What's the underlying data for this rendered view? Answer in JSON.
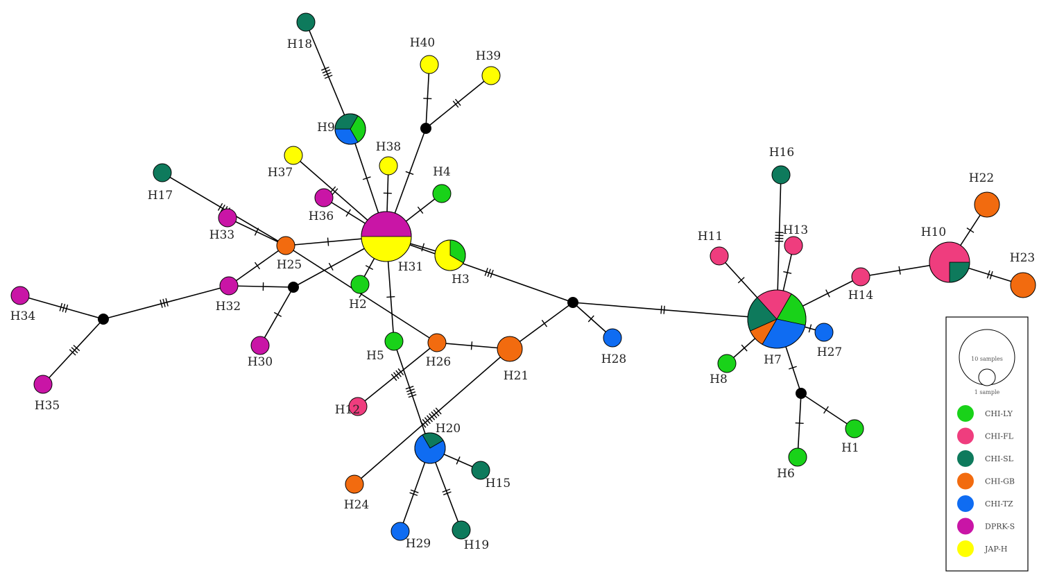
{
  "colors": {
    "CHI-LY": "#19d219",
    "CHI-FL": "#ef3d7e",
    "CHI-SL": "#0e7a5c",
    "CHI-GB": "#f26b0f",
    "CHI-TZ": "#0f6cf2",
    "DPRK-S": "#c915a6",
    "JAP-H": "#ffff00",
    "median": "#000000"
  },
  "legend": {
    "size_large": "10 samples",
    "size_small": "1 sample",
    "items": [
      {
        "label": "CHI-LY",
        "key": "CHI-LY"
      },
      {
        "label": "CHI-FL",
        "key": "CHI-FL"
      },
      {
        "label": "CHI-SL",
        "key": "CHI-SL"
      },
      {
        "label": "CHI-GB",
        "key": "CHI-GB"
      },
      {
        "label": "CHI-TZ",
        "key": "CHI-TZ"
      },
      {
        "label": "DPRK-S",
        "key": "DPRK-S"
      },
      {
        "label": "JAP-H",
        "key": "JAP-H"
      }
    ]
  },
  "haplotypes": [
    {
      "id": "H1",
      "label": "H1",
      "composition": [
        [
          "CHI-LY",
          1
        ]
      ]
    },
    {
      "id": "H2",
      "label": "H2",
      "composition": [
        [
          "CHI-LY",
          1
        ]
      ]
    },
    {
      "id": "H3",
      "label": "H3",
      "composition": [
        [
          "CHI-LY",
          1
        ],
        [
          "JAP-H",
          2
        ]
      ]
    },
    {
      "id": "H4",
      "label": "H4",
      "composition": [
        [
          "CHI-LY",
          1
        ]
      ]
    },
    {
      "id": "H5",
      "label": "H5",
      "composition": [
        [
          "CHI-LY",
          1
        ]
      ]
    },
    {
      "id": "H6",
      "label": "H6",
      "composition": [
        [
          "CHI-LY",
          1
        ]
      ]
    },
    {
      "id": "H7",
      "label": "H7",
      "composition": [
        [
          "CHI-LY",
          2
        ],
        [
          "CHI-TZ",
          3
        ],
        [
          "CHI-GB",
          1
        ],
        [
          "CHI-SL",
          2
        ],
        [
          "CHI-FL",
          2
        ]
      ]
    },
    {
      "id": "H8",
      "label": "H8",
      "composition": [
        [
          "CHI-LY",
          1
        ]
      ]
    },
    {
      "id": "H9",
      "label": "H9",
      "composition": [
        [
          "CHI-LY",
          1
        ],
        [
          "CHI-TZ",
          1
        ],
        [
          "CHI-SL",
          1
        ]
      ]
    },
    {
      "id": "H10",
      "label": "H10",
      "composition": [
        [
          "CHI-SL",
          1
        ],
        [
          "CHI-FL",
          3
        ]
      ]
    },
    {
      "id": "H11",
      "label": "H11",
      "composition": [
        [
          "CHI-FL",
          1
        ]
      ]
    },
    {
      "id": "H12",
      "label": "H12",
      "composition": [
        [
          "CHI-FL",
          1
        ]
      ]
    },
    {
      "id": "H13",
      "label": "H13",
      "composition": [
        [
          "CHI-FL",
          1
        ]
      ]
    },
    {
      "id": "H14",
      "label": "H14",
      "composition": [
        [
          "CHI-FL",
          1
        ]
      ]
    },
    {
      "id": "H15",
      "label": "H15",
      "composition": [
        [
          "CHI-SL",
          1
        ]
      ]
    },
    {
      "id": "H16",
      "label": "H16",
      "composition": [
        [
          "CHI-SL",
          1
        ]
      ]
    },
    {
      "id": "H17",
      "label": "H17",
      "composition": [
        [
          "CHI-SL",
          1
        ]
      ]
    },
    {
      "id": "H18",
      "label": "H18",
      "composition": [
        [
          "CHI-SL",
          1
        ]
      ]
    },
    {
      "id": "H19",
      "label": "H19",
      "composition": [
        [
          "CHI-SL",
          1
        ]
      ]
    },
    {
      "id": "H20",
      "label": "H20",
      "composition": [
        [
          "CHI-SL",
          1
        ],
        [
          "CHI-TZ",
          3
        ]
      ]
    },
    {
      "id": "H21",
      "label": "H21",
      "composition": [
        [
          "CHI-GB",
          1
        ]
      ]
    },
    {
      "id": "H22",
      "label": "H22",
      "composition": [
        [
          "CHI-GB",
          1
        ]
      ]
    },
    {
      "id": "H23",
      "label": "H23",
      "composition": [
        [
          "CHI-GB",
          1
        ]
      ]
    },
    {
      "id": "H24",
      "label": "H24",
      "composition": [
        [
          "CHI-GB",
          1
        ]
      ]
    },
    {
      "id": "H25",
      "label": "H25",
      "composition": [
        [
          "CHI-GB",
          1
        ]
      ]
    },
    {
      "id": "H26",
      "label": "H26",
      "composition": [
        [
          "CHI-GB",
          1
        ]
      ]
    },
    {
      "id": "H27",
      "label": "H27",
      "composition": [
        [
          "CHI-TZ",
          1
        ]
      ]
    },
    {
      "id": "H28",
      "label": "H28",
      "composition": [
        [
          "CHI-TZ",
          1
        ]
      ]
    },
    {
      "id": "H29",
      "label": "H29",
      "composition": [
        [
          "CHI-TZ",
          1
        ]
      ]
    },
    {
      "id": "H30",
      "label": "H30",
      "composition": [
        [
          "DPRK-S",
          1
        ]
      ]
    },
    {
      "id": "H31",
      "label": "H31",
      "composition": [
        [
          "DPRK-S",
          1
        ],
        [
          "JAP-H",
          1
        ]
      ]
    },
    {
      "id": "H32",
      "label": "H32",
      "composition": [
        [
          "DPRK-S",
          1
        ]
      ]
    },
    {
      "id": "H33",
      "label": "H33",
      "composition": [
        [
          "DPRK-S",
          1
        ]
      ]
    },
    {
      "id": "H34",
      "label": "H34",
      "composition": [
        [
          "DPRK-S",
          1
        ]
      ]
    },
    {
      "id": "H35",
      "label": "H35",
      "composition": [
        [
          "DPRK-S",
          1
        ]
      ]
    },
    {
      "id": "H36",
      "label": "H36",
      "composition": [
        [
          "DPRK-S",
          1
        ]
      ]
    },
    {
      "id": "H37",
      "label": "H37",
      "composition": [
        [
          "JAP-H",
          1
        ]
      ]
    },
    {
      "id": "H38",
      "label": "H38",
      "composition": [
        [
          "JAP-H",
          1
        ]
      ]
    },
    {
      "id": "H39",
      "label": "H39",
      "composition": [
        [
          "JAP-H",
          1
        ]
      ]
    },
    {
      "id": "H40",
      "label": "H40",
      "composition": [
        [
          "JAP-H",
          1
        ]
      ]
    }
  ],
  "median_vectors": [
    "mv1",
    "mv2",
    "mv3",
    "mv4",
    "mv5",
    "mv6"
  ],
  "edges": [
    {
      "from": "H18",
      "to": "H9",
      "mutations": 4
    },
    {
      "from": "H9",
      "to": "H31",
      "mutations": 1
    },
    {
      "from": "H40",
      "to": "mv1",
      "mutations": 1
    },
    {
      "from": "H39",
      "to": "mv1",
      "mutations": 2
    },
    {
      "from": "mv1",
      "to": "H31",
      "mutations": 1
    },
    {
      "from": "H37",
      "to": "H31",
      "mutations": 2
    },
    {
      "from": "H38",
      "to": "H31",
      "mutations": 1
    },
    {
      "from": "H36",
      "to": "H31",
      "mutations": 1
    },
    {
      "from": "H4",
      "to": "H31",
      "mutations": 1
    },
    {
      "from": "H17",
      "to": "H25",
      "mutations": 4
    },
    {
      "from": "H33",
      "to": "H25",
      "mutations": 1
    },
    {
      "from": "H25",
      "to": "H31",
      "mutations": 1
    },
    {
      "from": "H25",
      "to": "H32",
      "mutations": 1
    },
    {
      "from": "H25",
      "to": "H26",
      "mutations": 1
    },
    {
      "from": "H32",
      "to": "mv2",
      "mutations": 1
    },
    {
      "from": "mv2",
      "to": "H31",
      "mutations": 1
    },
    {
      "from": "mv2",
      "to": "H30",
      "mutations": 1
    },
    {
      "from": "H32",
      "to": "mv3",
      "mutations": 3
    },
    {
      "from": "H34",
      "to": "mv3",
      "mutations": 3
    },
    {
      "from": "H35",
      "to": "mv3",
      "mutations": 3
    },
    {
      "from": "H2",
      "to": "H31",
      "mutations": 1
    },
    {
      "from": "H3",
      "to": "H31",
      "mutations": 1
    },
    {
      "from": "H31",
      "to": "mv4",
      "mutations": 3
    },
    {
      "from": "H31",
      "to": "H5",
      "mutations": 1
    },
    {
      "from": "H5",
      "to": "H20",
      "mutations": 4
    },
    {
      "from": "H26",
      "to": "H21",
      "mutations": 1
    },
    {
      "from": "H26",
      "to": "H12",
      "mutations": 4
    },
    {
      "from": "H21",
      "to": "mv4",
      "mutations": 1
    },
    {
      "from": "H24",
      "to": "H21",
      "mutations": 8
    },
    {
      "from": "mv4",
      "to": "H28",
      "mutations": 1
    },
    {
      "from": "mv4",
      "to": "H7",
      "mutations": 2
    },
    {
      "from": "H20",
      "to": "H15",
      "mutations": 1
    },
    {
      "from": "H20",
      "to": "H29",
      "mutations": 2
    },
    {
      "from": "H20",
      "to": "H19",
      "mutations": 2
    },
    {
      "from": "H16",
      "to": "H7",
      "mutations": 4
    },
    {
      "from": "H13",
      "to": "H7",
      "mutations": 1
    },
    {
      "from": "H11",
      "to": "H7",
      "mutations": 1
    },
    {
      "from": "H7",
      "to": "H14",
      "mutations": 1
    },
    {
      "from": "H7",
      "to": "H27",
      "mutations": 1
    },
    {
      "from": "H7",
      "to": "H8",
      "mutations": 1
    },
    {
      "from": "H7",
      "to": "mv5",
      "mutations": 1
    },
    {
      "from": "mv5",
      "to": "H1",
      "mutations": 1
    },
    {
      "from": "mv5",
      "to": "H6",
      "mutations": 1
    },
    {
      "from": "H14",
      "to": "H10",
      "mutations": 1
    },
    {
      "from": "H10",
      "to": "H22",
      "mutations": 1
    },
    {
      "from": "H10",
      "to": "H23",
      "mutations": 2
    }
  ]
}
